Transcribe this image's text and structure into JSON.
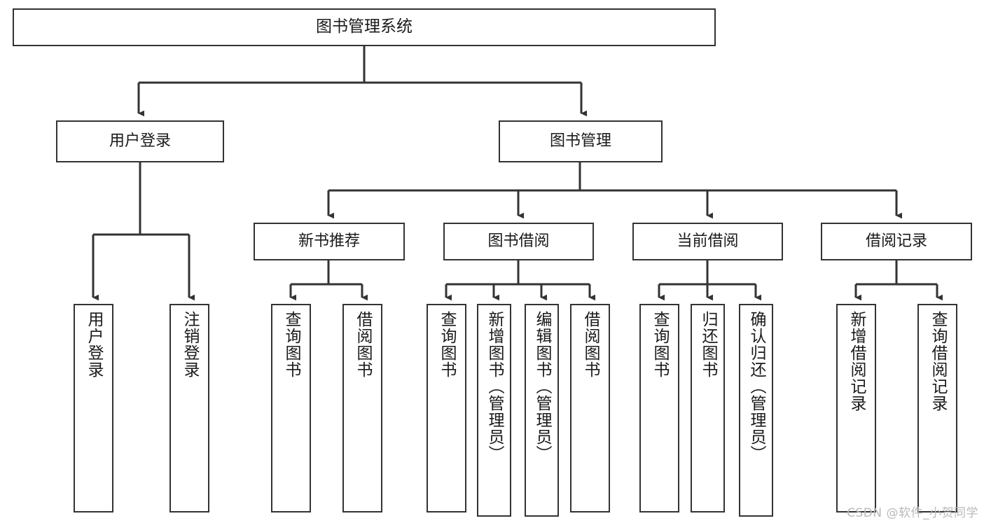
{
  "diagram": {
    "type": "tree-hierarchy",
    "title": "图书管理系统",
    "background": "#ffffff",
    "border_color": "#333333",
    "text_color": "#1a1a1a"
  },
  "nodes": {
    "root": {
      "label": "图书管理系统",
      "level": 0
    },
    "level1": [
      {
        "id": "user-login",
        "label": "用户登录"
      },
      {
        "id": "book-management",
        "label": "图书管理"
      }
    ],
    "level2": [
      {
        "id": "new-book-recommend",
        "label": "新书推荐"
      },
      {
        "id": "book-borrow",
        "label": "图书借阅"
      },
      {
        "id": "current-borrow",
        "label": "当前借阅"
      },
      {
        "id": "borrow-record",
        "label": "借阅记录"
      }
    ],
    "leaves": {
      "user-login": [
        {
          "id": "leaf-user-login",
          "label": "用户登录"
        },
        {
          "id": "leaf-logout-login",
          "label": "注销登录"
        }
      ],
      "new-book-recommend": [
        {
          "id": "leaf-query-book-1",
          "label": "查询图书"
        },
        {
          "id": "leaf-borrow-book-1",
          "label": "借阅图书"
        }
      ],
      "book-borrow": [
        {
          "id": "leaf-query-book-2",
          "label": "查询图书"
        },
        {
          "id": "leaf-add-book-admin",
          "label": "新增图书（管理员）"
        },
        {
          "id": "leaf-edit-book-admin",
          "label": "编辑图书（管理员）"
        },
        {
          "id": "leaf-borrow-book-2",
          "label": "借阅图书"
        }
      ],
      "current-borrow": [
        {
          "id": "leaf-query-book-3",
          "label": "查询图书"
        },
        {
          "id": "leaf-return-book",
          "label": "归还图书"
        },
        {
          "id": "leaf-confirm-return-admin",
          "label": "确认归还（管理员）"
        }
      ],
      "borrow-record": [
        {
          "id": "leaf-add-borrow-record",
          "label": "新增借阅记录"
        },
        {
          "id": "leaf-query-borrow-record",
          "label": "查询借阅记录"
        }
      ]
    }
  },
  "watermark": {
    "text": "CSDN @软件_小贺同学"
  }
}
